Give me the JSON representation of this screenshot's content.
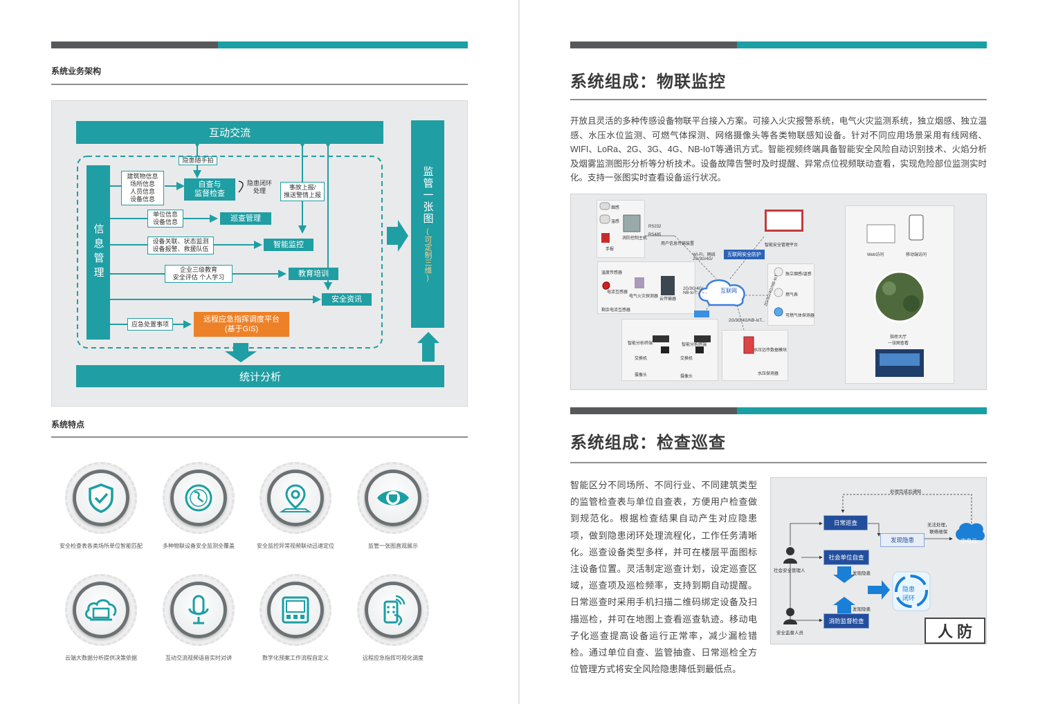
{
  "left": {
    "arch_section": "系统业务架构",
    "features_section": "系统特点",
    "arch": {
      "top_bar": "互动交流",
      "bottom_bar": "统计分析",
      "info_mgmt": "信息管理",
      "monitor_bar": "监管一张图",
      "monitor_sub": "(可定制三维)",
      "snap": "隐患随手拍",
      "source_building": "建筑物信息\n场所信息\n人员信息\n设备信息",
      "self_check": "自查与\n监督检查",
      "closed_loop": "隐患闭环\n处理",
      "report": "事故上报/\n推送警情上报",
      "unit_info": "单位信息\n设备信息",
      "patrol_mgmt": "巡查管理",
      "device_link": "设备关联、状态监测\n设备报警、救援队伍",
      "smart_monitor": "智能监控",
      "edu_info": "企业三级教育\n安全评估  个人学习",
      "edu_train": "教育培训",
      "safety_news": "安全资讯",
      "emergency_item": "应急处置事项",
      "emergency_platform": "远程应急指挥调度平台\n(基于GIS)"
    },
    "features": [
      {
        "icon": "shield-check-icon",
        "caption": "安全检查表各类场所单位智能匹配"
      },
      {
        "icon": "globe-icon",
        "caption": "多种物联设备安全监测全覆盖"
      },
      {
        "icon": "location-pin-icon",
        "caption": "安全监控异常视频联动迅速定位"
      },
      {
        "icon": "eye-icon",
        "caption": "监管一张图直观展示"
      },
      {
        "icon": "cloud-laptop-icon",
        "caption": "云端大数据分析提供决策依据"
      },
      {
        "icon": "microphone-icon",
        "caption": "互动交流视频语音实时对讲"
      },
      {
        "icon": "tablet-device-icon",
        "caption": "数字化预案工作流程自定义"
      },
      {
        "icon": "remote-control-icon",
        "caption": "远程应急指挥可视化调度"
      }
    ]
  },
  "right": {
    "iot_title": "系统组成：物联监控",
    "iot_paragraph": "开放且灵活的多种传感设备物联平台接入方案。可接入火灾报警系统，电气火灾监测系统，独立烟感、独立温感、水压水位监测、可燃气体探测、网络摄像头等各类物联感知设备。针对不同应用场景采用有线网络、WIFI、LoRa、2G、3G、4G、NB-IoT等通讯方式。智能视频终端具备智能安全风险自动识别技术、火焰分析及烟雾监测图形分析等分析技术。设备故障告警时及时提醒、异常点位视频联动查看，实现危险部位监测实时化。支持一张图实时查看设备运行状况。",
    "iot_diagram": {
      "internet": "互联网",
      "security": "互联网安全防护",
      "platform": "智能安全管理平台",
      "web": "Web访问",
      "mobile": "移动端访问",
      "hall": "指挥大厅\n一张图查看",
      "rs232": "RS232",
      "rs485": "RS485",
      "transmitter": "用户信息传输装置",
      "fire_host": "消防控制主机",
      "smoke": "烟感",
      "temp": "温感",
      "manual": "手报",
      "wifi": "WI-FI、网线\n2G/3G/4G/",
      "net1": "2G/3G/4G/\nNB-IoT...",
      "net2": "2G/3G/4G/NB-IoT...",
      "net3": "2G/3G/4G/NB-IoT",
      "temp_sensor": "温度传感器",
      "residual_sensor": "电流互感器",
      "leak_sensor": "剩余电流互感器",
      "elec_detector": "电气火灾探测器",
      "cloud_gw": "云传输器",
      "ind_smoke": "独立烟感/温感",
      "gas_meter": "燃气表",
      "gas_detector": "可燃气体探测器",
      "smart_terminal1": "智能分析终端",
      "smart_terminal2": "智能分析终端",
      "switch1": "交换机",
      "switch2": "交换机",
      "camera1": "摄像头",
      "camera2": "摄像头",
      "water_level": "水压远传数据模块",
      "water_pressure": "水压探测器"
    },
    "patrol_title": "系统组成：检查巡查",
    "patrol_paragraph": "智能区分不同场所、不同行业、不同建筑类型的监管检查表与单位自查表，方便用户检查做到规范化。根据检查结果自动产生对应隐患项，做到隐患闭环处理流程化，工作任务清晰化。巡查设备类型多样，并可在楼层平面图标注设备位置。灵活制定巡查计划，设定巡查区域，巡查项及巡检频率，支持到期自动提醒。日常巡查时采用手机扫描二维码绑定设备及扫描巡检，并可在地图上查看巡查轨迹。移动电子化巡查提高设备运行正常率，减少漏检错检。通过单位自查、监管抽查、日常巡检全方位管理方式将安全风险隐患降低到最低点。",
    "patrol_diagram": {
      "notify": "处理完成后通知",
      "daily": "日常巡查",
      "find": "发现隐患",
      "unable": "无法处理，\n联络维保",
      "cloud": "中电云",
      "unit_self": "社会单位自查",
      "found1": "发现隐患",
      "found2": "发现隐患",
      "fire_check": "消防监督检查",
      "closed": "隐患\n闭环",
      "person1": "社会安全管理人",
      "person2": "安全监督人员",
      "badge": "人 防"
    }
  }
}
